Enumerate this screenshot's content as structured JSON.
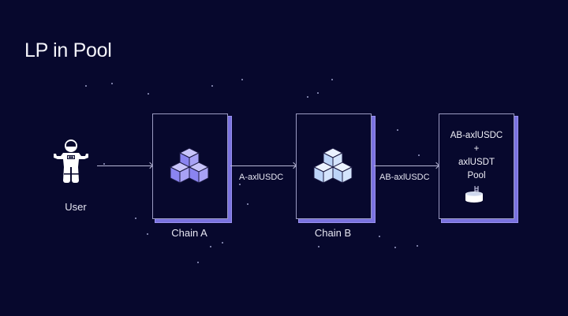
{
  "title": "LP in Pool",
  "nodes": {
    "user": {
      "label": "User",
      "icon": "astronaut-icon"
    },
    "chain_a": {
      "label": "Chain A",
      "icon": "cubes-icon",
      "icon_color": "#8a84f0"
    },
    "chain_b": {
      "label": "Chain B",
      "icon": "cubes-icon",
      "icon_color": "#bcd4f8"
    },
    "pool": {
      "lines": [
        "AB-axlUSDC",
        "+",
        "axlUSDT",
        "Pool"
      ],
      "icon": "swimming-pool-icon"
    }
  },
  "edges": [
    {
      "from": "user",
      "to": "chain_a",
      "label": ""
    },
    {
      "from": "chain_a",
      "to": "chain_b",
      "label": "A-axlUSDC"
    },
    {
      "from": "chain_b",
      "to": "pool",
      "label": "AB-axlUSDC"
    }
  ],
  "colors": {
    "background": "#07082d",
    "box_border": "#9b9bc2",
    "box_shadow": "#7a72e0",
    "arrow": "#b8b8d6"
  }
}
